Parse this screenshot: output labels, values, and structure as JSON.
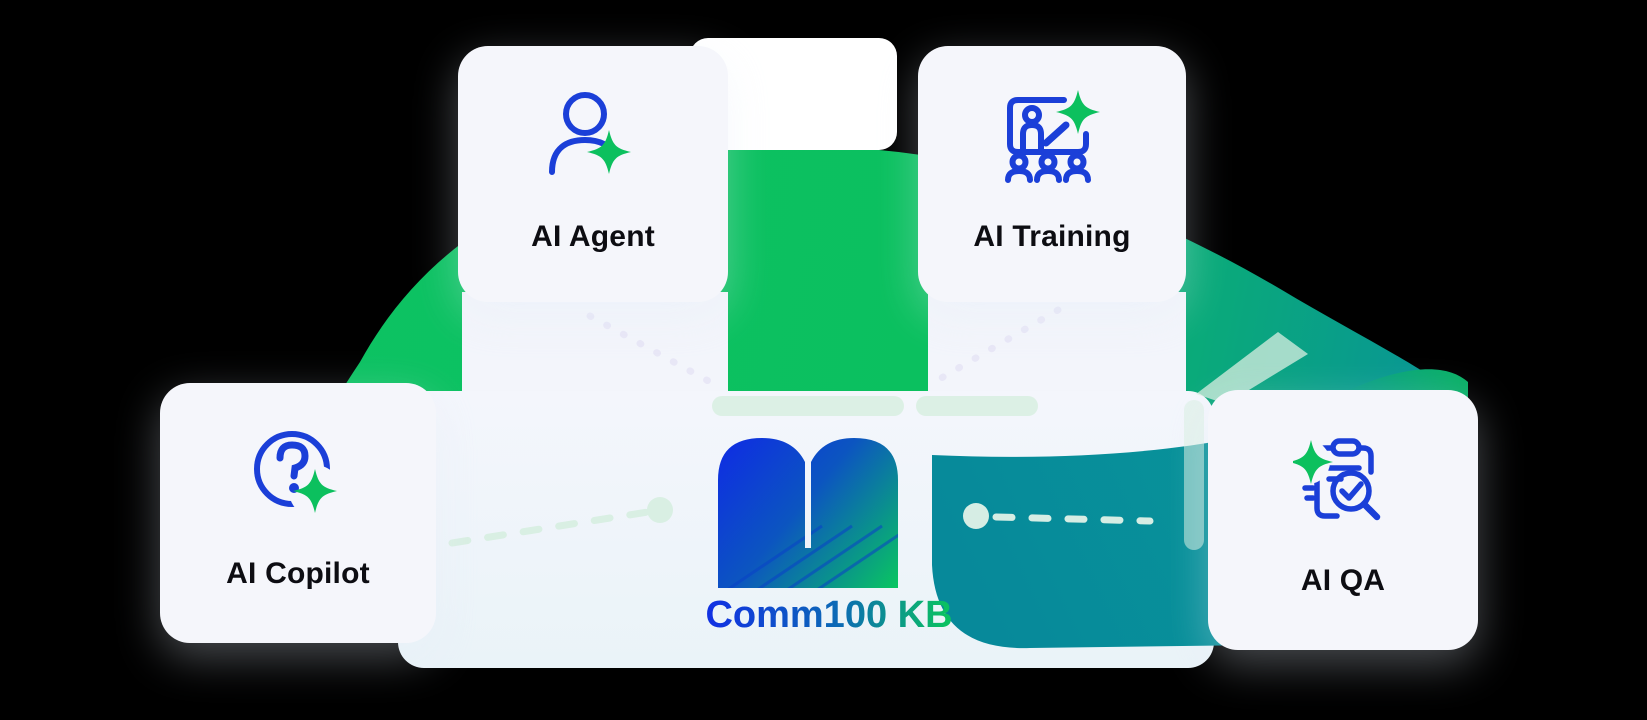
{
  "diagram": {
    "brand": {
      "wordmark": "Comm100 KB",
      "logo_icon": "open-book-logo"
    },
    "cards": [
      {
        "id": "ai-agent",
        "label": "AI Agent",
        "icon": "agent-person-sparkle-icon"
      },
      {
        "id": "ai-training",
        "label": "AI Training",
        "icon": "training-presentation-sparkle-icon"
      },
      {
        "id": "ai-copilot",
        "label": "AI Copilot",
        "icon": "question-circle-sparkle-icon"
      },
      {
        "id": "ai-qa",
        "label": "AI QA",
        "icon": "clipboard-magnifier-sparkle-icon"
      }
    ],
    "colors": {
      "arc_green": "#0cc25f",
      "arc_teal": "#088a99",
      "icon_blue": "#1b3fd8",
      "sparkle_green": "#0cc05e",
      "card_bg": "#f5f6fb",
      "panel_bg": "#eff4f9",
      "label_text": "#0d0d12",
      "logo_blue": "#1430e2",
      "logo_green": "#09c75f"
    }
  }
}
